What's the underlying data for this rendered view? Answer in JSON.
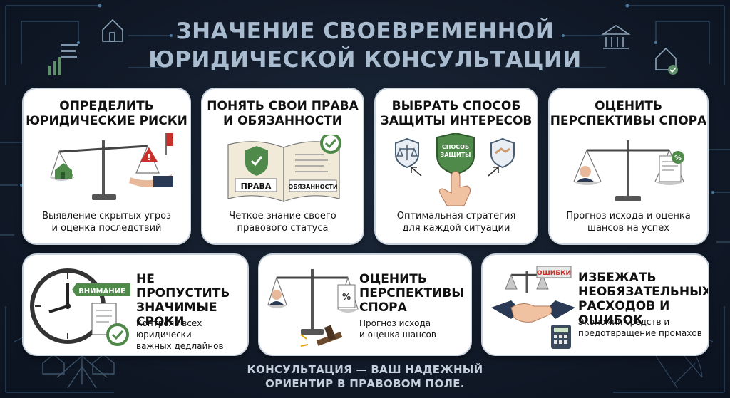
{
  "title_line1": "ЗНАЧЕНИЕ СВОЕВРЕМЕННОЙ",
  "title_line2": "ЮРИДИЧЕСКОЙ КОНСУЛЬТАЦИИ",
  "cards_top": [
    {
      "title1": "ОПРЕДЕЛИТЬ",
      "title2": "ЮРИДИЧЕСКИЕ РИСКИ",
      "desc1": "Выявление скрытых угроз",
      "desc2": "и оценка последствий"
    },
    {
      "title1": "ПОНЯТЬ СВОИ ПРАВА",
      "title2": "И ОБЯЗАННОСТИ",
      "desc1": "Четкое знание своего",
      "desc2": "правового статуса",
      "label_rights": "ПРАВА",
      "label_duties": "ОБЯЗАННОСТИ"
    },
    {
      "title1": "ВЫБРАТЬ СПОСОБ",
      "title2": "ЗАЩИТЫ ИНТЕРЕСОВ",
      "desc1": "Оптимальная стратегия",
      "desc2": "для каждой ситуации",
      "label_shield1": "СПОСОБ",
      "label_shield2": "ЗАЩИТЫ"
    },
    {
      "title1": "ОЦЕНИТЬ",
      "title2": "ПЕРСПЕКТИВЫ СПОРА",
      "desc1": "Прогноз исхода и оценка",
      "desc2": "шансов на успех"
    }
  ],
  "cards_bottom": [
    {
      "title1": "НЕ ПРОПУСТИТЬ",
      "title2": "ЗНАЧИМЫЕ",
      "title3": "СРОКИ",
      "desc1": "Контроль всех юридически",
      "desc2": "важных дедлайнов",
      "label_attention": "ВНИМАНИЕ"
    },
    {
      "title1": "ОЦЕНИТЬ",
      "title2": "ПЕРСПЕКТИВЫ",
      "title3": "СПОРА",
      "desc1": "Прогноз исхода",
      "desc2": "и оценка шансов"
    },
    {
      "title1": "ИЗБЕЖАТЬ",
      "title2": "НЕОБЯЗАТЕЛЬНЫХ",
      "title3": "РАСХОДОВ И ОШИБОК",
      "desc1": "Экономия средств и",
      "desc2": "предотвращение промахов",
      "label_errors": "ОШИБКИ"
    }
  ],
  "footer_line1": "КОНСУЛЬТАЦИЯ — ВАШ НАДЕЖНЫЙ",
  "footer_line2": "ОРИЕНТИР В ПРАВОВОМ ПОЛЕ.",
  "colors": {
    "background": "#121b29",
    "title": "#a9bccf",
    "shield_green": "#4f8a4b",
    "accent_red": "#c9302c"
  }
}
